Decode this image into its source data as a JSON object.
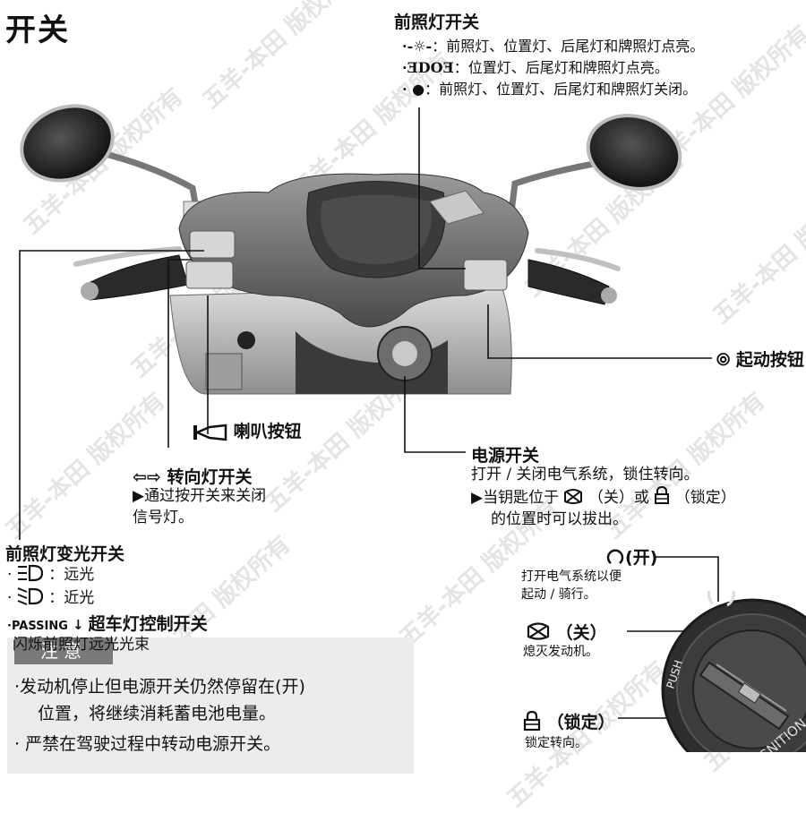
{
  "title": "开关",
  "watermark": "五羊-本田 版权所有",
  "headlight_switch": {
    "title": "前照灯开关",
    "items": [
      {
        "icon": "·-☼-",
        "text": "：前照灯、位置灯、后尾灯和牌照灯点亮。"
      },
      {
        "icon": "·ƎDOƎ",
        "text": "：位置灯、后尾灯和牌照灯点亮。"
      },
      {
        "icon": "·  ●",
        "text": "：前照灯、位置灯、后尾灯和牌照灯关闭。"
      }
    ]
  },
  "start_button": {
    "icon": "⦾",
    "label": "起动按钮"
  },
  "horn_button": {
    "label": "喇叭按钮"
  },
  "turn_signal": {
    "icon": "⇦⇨",
    "title": "转向灯开关",
    "desc_line1": "▶通过按开关来关闭",
    "desc_line2": "信号灯。"
  },
  "ignition": {
    "title": "电源开关",
    "line1": "打开 / 关闭电气系统，锁住转向。",
    "line2": "▶当钥匙位于",
    "off_label": "（关）或",
    "lock_label": "（锁定）",
    "line3": "的位置时可以拔出。"
  },
  "dimmer": {
    "title": "前照灯变光开关",
    "high": "：远光",
    "low": "：近光",
    "passing_prefix": "·PASSING",
    "passing_title": "超车灯控制开关",
    "passing_desc": "闪烁前照灯远光光束"
  },
  "positions": {
    "on_label": "(开)",
    "on_desc1": "打开电气系统以便",
    "on_desc2": "起动 / 骑行。",
    "off_label": "（关）",
    "off_desc": "熄灭发动机。",
    "lock_label": "（锁定）",
    "lock_desc": "锁定转向。"
  },
  "note": {
    "label": "注意",
    "item1_line1": "·发动机停止但电源开关仍然停留在(开)",
    "item1_line2": "位置，将继续消耗蓄电池电量。",
    "item2": "· 严禁在驾驶过程中转动电源开关。"
  },
  "dial": {
    "push": "PUSH",
    "ignition": "IGNITION"
  }
}
